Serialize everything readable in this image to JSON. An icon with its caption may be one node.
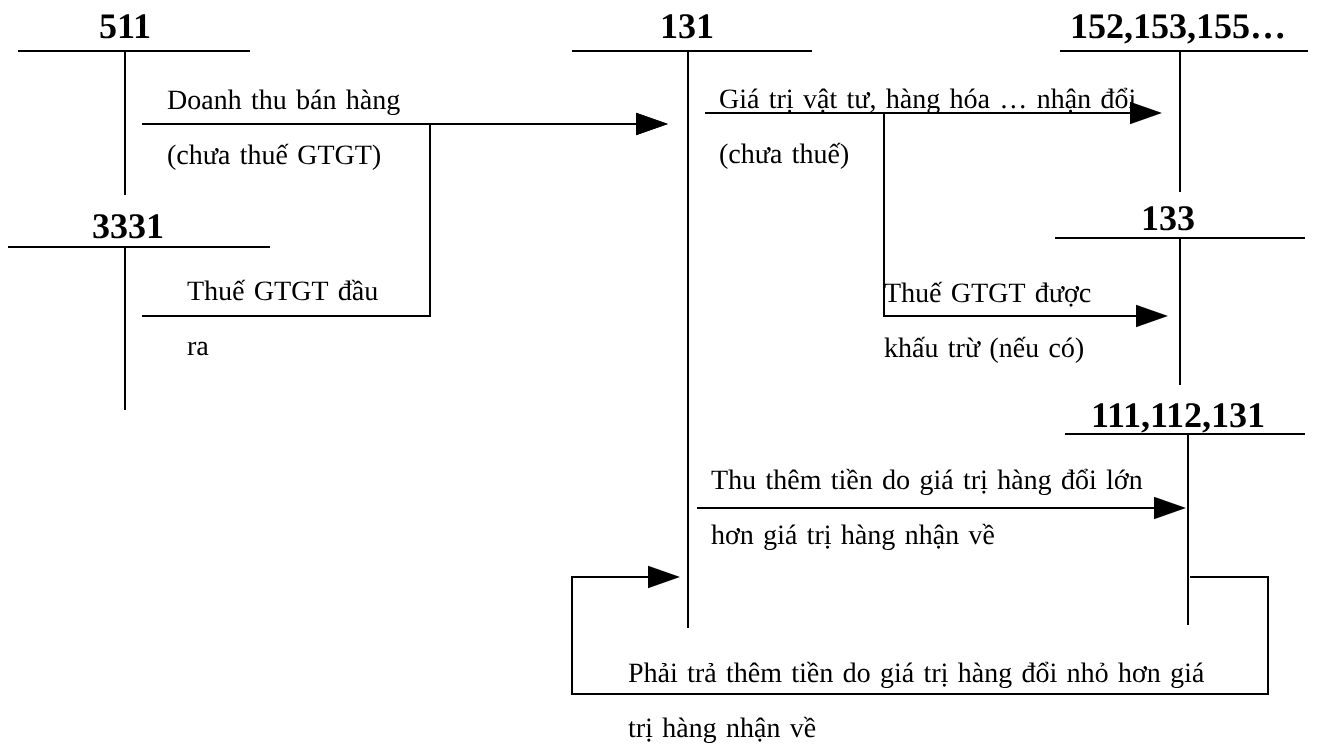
{
  "diagram": {
    "nodes": [
      {
        "text": [
          "511"
        ]
      },
      {
        "text": [
          "3331"
        ]
      },
      {
        "text": [
          "131"
        ]
      },
      {
        "text": [
          "152,153,155…"
        ]
      },
      {
        "text": [
          "133"
        ]
      },
      {
        "text": [
          "111,112,131"
        ]
      }
    ],
    "edges": [
      {
        "from": 0,
        "to": 2,
        "arrow": "to",
        "label": "Doanh thu bán hàng (chưa thuế GTGT)"
      },
      {
        "from": 1,
        "to": 2,
        "arrow": "to",
        "label": "Thuế GTGT đầu ra"
      },
      {
        "from": 2,
        "to": 3,
        "arrow": "to",
        "label": "Giá trị vật tư, hàng hóa … nhận đổi (chưa thuế)"
      },
      {
        "from": 2,
        "to": 4,
        "arrow": "to",
        "label": "Thuế GTGT được khấu trừ (nếu có)"
      },
      {
        "from": 2,
        "to": 5,
        "arrow": "to",
        "label": "Thu thêm tiền do giá trị hàng đổi lớn hơn giá trị hàng nhận về"
      },
      {
        "from": 5,
        "to": 2,
        "arrow": "to",
        "label": "Phải trả thêm tiền do giá trị hàng đổi nhỏ hơn giá trị hàng nhận về"
      }
    ]
  }
}
